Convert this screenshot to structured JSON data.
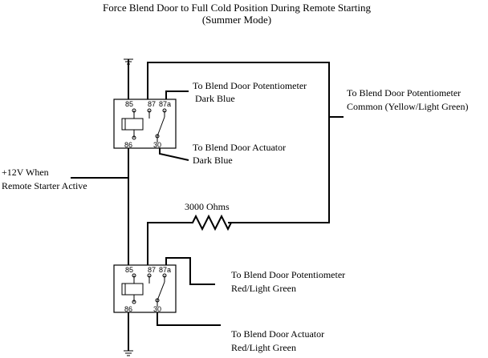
{
  "title": {
    "line1": "Force Blend Door to Full Cold Position During Remote Starting",
    "line2": "(Summer Mode)"
  },
  "labels": {
    "relay1_pot": {
      "line1": "To Blend Door Potentiometer",
      "line2": "Dark Blue"
    },
    "relay1_act": {
      "line1": "To Blend Door Actuator",
      "line2": "Dark Blue"
    },
    "common": {
      "line1": "To Blend Door Potentiometer",
      "line2": "Common (Yellow/Light Green)"
    },
    "power": {
      "line1": "+12V When",
      "line2": "Remote Starter Active"
    },
    "resistor": "3000 Ohms",
    "relay2_pot": {
      "line1": "To Blend Door Potentiometer",
      "line2": "Red/Light Green"
    },
    "relay2_act": {
      "line1": "To Blend Door Actuator",
      "line2": "Red/Light Green"
    }
  },
  "relay1_pins": {
    "p85": "85",
    "p87": "87",
    "p87a": "87a",
    "p86": "86",
    "p30": "30"
  },
  "relay2_pins": {
    "p85": "85",
    "p87": "87",
    "p87a": "87a",
    "p86": "86",
    "p30": "30"
  }
}
